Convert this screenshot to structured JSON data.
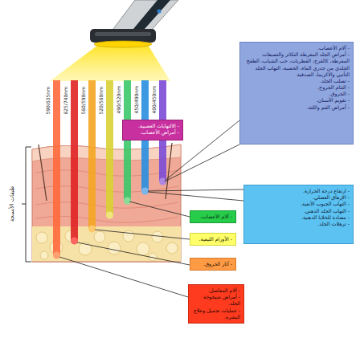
{
  "diagram": {
    "nodes": [
      {
        "text": [
          "- آلام الأعصاب.",
          "- أمراض الجلد المفرطة التكاثر والتصبغات المفرطة، كالقرح، الفطريات، حب الشباب، الطفح الجلدي من جدري الماء، الحصبة، التهاب الجلد التأتبي والاكزيما، الصدفية.",
          "- تصلب الجلد.",
          "- التئام الجروح.",
          "- الحروق.",
          "- تقويم الأسنان.",
          "- أمراض الفم واللثة."
        ]
      },
      {
        "text": [
          "- الالتهابات العصبية.",
          "- أمراض الأعصاب."
        ]
      },
      {
        "text": [
          "- ارتفاع درجة الحرارة.",
          "- الإرهاق العضلي.",
          "- التهاب الجيوب الأنفية.",
          "- التهاب الجلد الدهني.",
          "- مضادة للخلايا الدهنية.",
          "- ترهلات الجلد."
        ]
      },
      {
        "text": [
          "- آلام الأعصاب."
        ]
      },
      {
        "text": [
          "- الأورام الليفية."
        ]
      },
      {
        "text": [
          "- آثار الحروق."
        ]
      },
      {
        "text": [
          "- آلام المفاصل.",
          "- أمراض شيخوخة الجلد.",
          "- عمليات تجميل وعلاج البشرة."
        ]
      }
    ],
    "labels": [
      "590/635nm",
      "625/740nm",
      "560/590nm",
      "520/560nm",
      "490/520nm",
      "450/490nm",
      "400/450nm",
      "طبقات الأنسجة"
    ]
  }
}
